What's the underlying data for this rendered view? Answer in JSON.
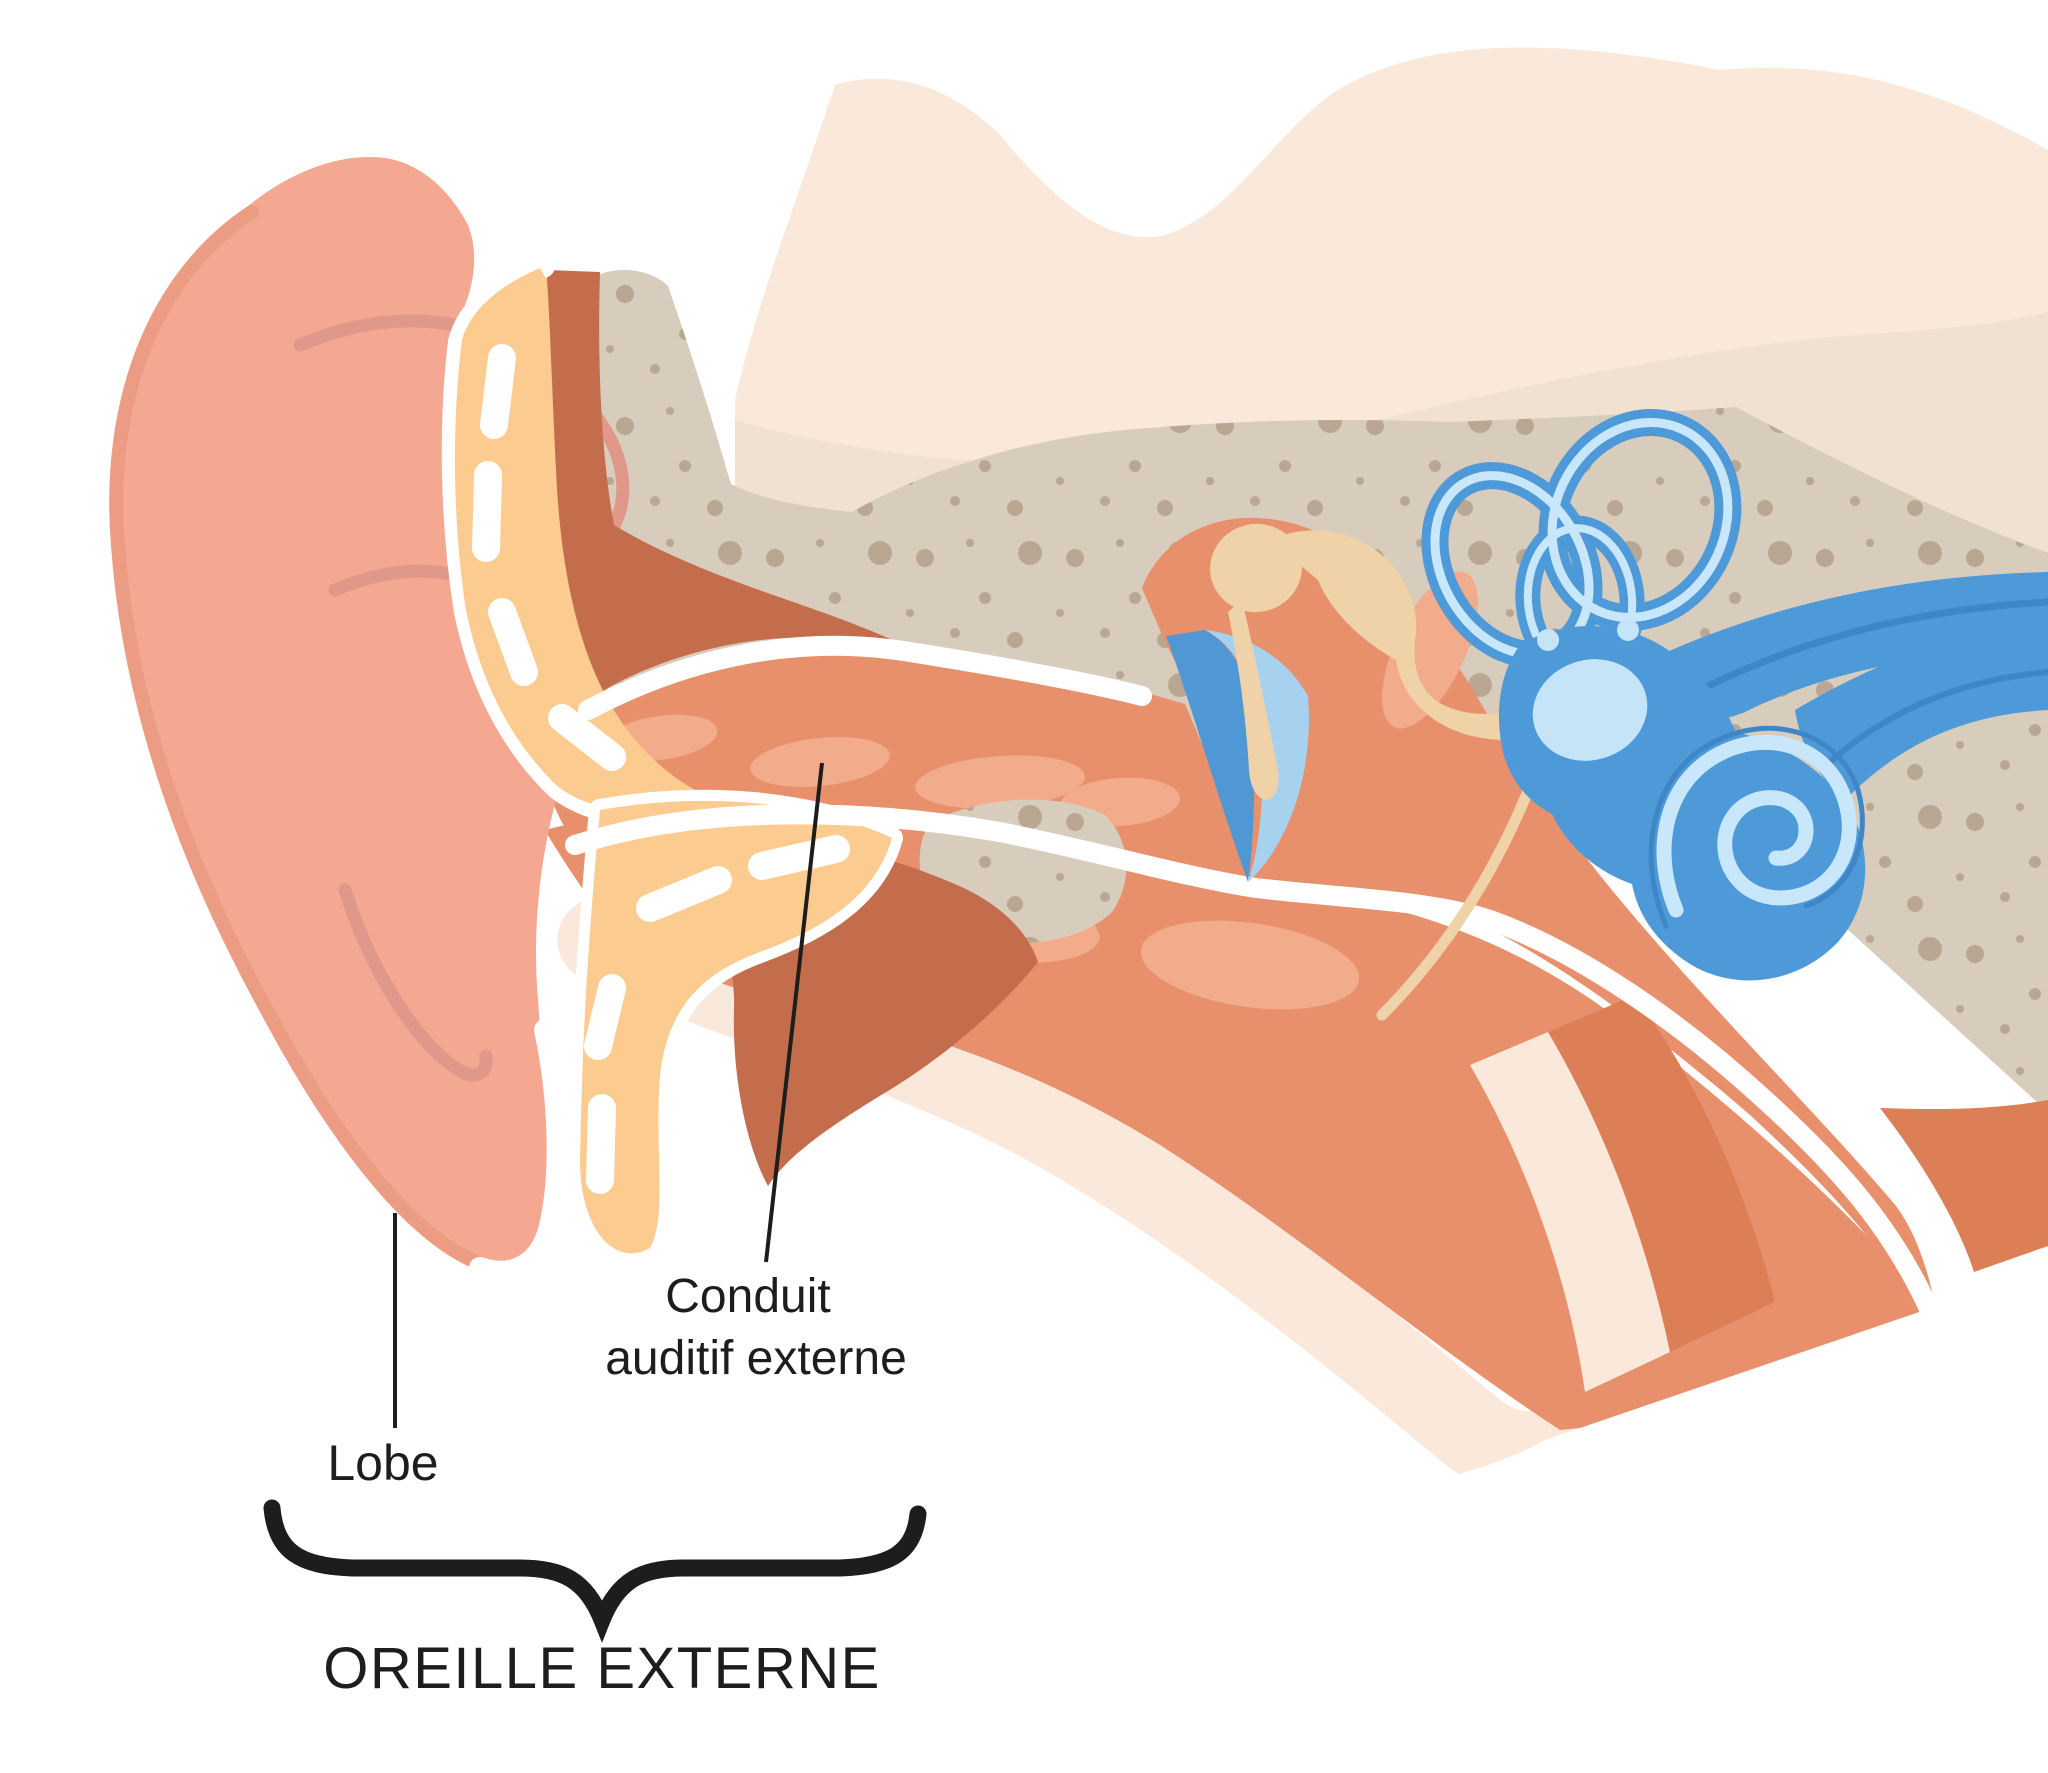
{
  "diagram": {
    "type": "anatomical-illustration",
    "subject": "coupe de l'oreille humaine (human ear cross-section)",
    "labels": {
      "conduit_line1": "Conduit",
      "conduit_line2": "auditif externe",
      "lobe": "Lobe",
      "section_title": "OREILLE EXTERNE"
    },
    "structures": [
      "pinna",
      "ear-lobe",
      "ear-cartilage",
      "external-auditory-canal",
      "temporal-bone",
      "eardrum",
      "ossicles",
      "semicircular-canals",
      "vestibule",
      "cochlea",
      "auditory-nerve",
      "eustachian-tube"
    ],
    "colors": {
      "bg": "#ffffff",
      "ink": "#1d1d1b",
      "cream1": "#fae9db",
      "cream2": "#f0e1d1",
      "bone": "#d8ccbd",
      "speckle": "#b9a794",
      "pinna": "#f5a891",
      "pinna-edge": "#ec9c83",
      "crease": "#e0988a",
      "cartilage": "#fbcb90",
      "canal-wall": "#c46d4c",
      "flesh": "#e8906c",
      "flesh-light": "#f2ab8b",
      "flesh-deep": "#dc7f56",
      "drum-dark": "#4f97d5",
      "drum-light": "#a6d2ef",
      "ossicle": "#efd2a7",
      "blue": "#4e9ad8",
      "blue-light": "#c9e7fa",
      "blue-pale": "#c6e4f8",
      "blue-deep": "#3e86c5",
      "white": "#ffffff"
    }
  }
}
